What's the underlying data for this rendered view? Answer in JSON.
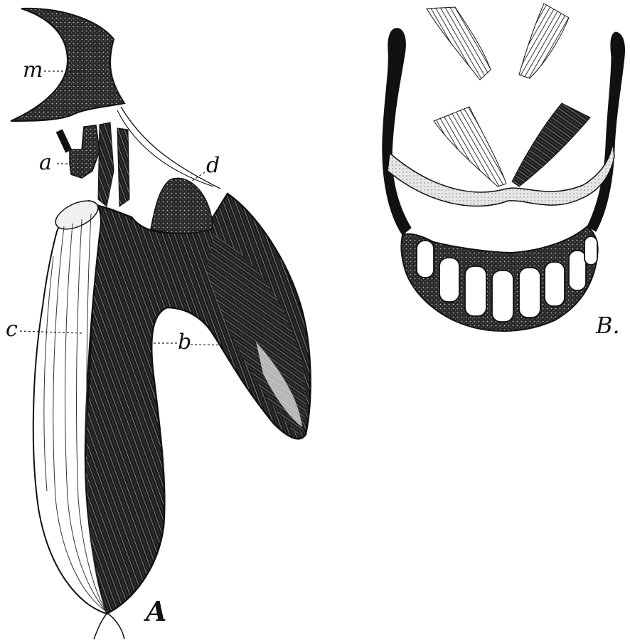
{
  "figure": {
    "panel_a": {
      "label": "A",
      "parts": {
        "m": "m",
        "a": "a",
        "d": "d",
        "c": "c",
        "b": "b"
      }
    },
    "panel_b": {
      "label": "B."
    }
  },
  "colors": {
    "ink": "#111111",
    "paper": "#ffffff",
    "stipple": "#3a3a3a",
    "muscle_light": "#e8e8e8"
  }
}
